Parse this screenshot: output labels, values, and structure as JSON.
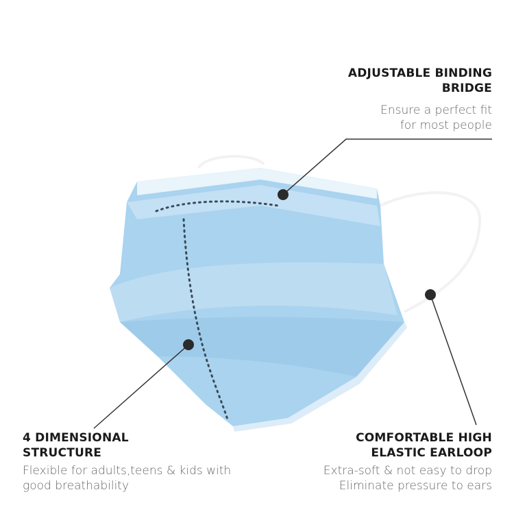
{
  "callouts": {
    "bridge": {
      "title_line1": "ADJUSTABLE BINDING",
      "title_line2": "BRIDGE",
      "desc_line1": "Ensure a perfect fit",
      "desc_line2": "for most people"
    },
    "structure": {
      "title_line1": "4 DIMENSIONAL",
      "title_line2": "STRUCTURE",
      "desc_line1": "Flexible for adults,teens & kids with",
      "desc_line2": "good breathability"
    },
    "earloop": {
      "title_line1": "COMFORTABLE HIGH",
      "title_line2": "ELASTIC EARLOOP",
      "desc_line1": "Extra-soft & not easy to drop",
      "desc_line2": "Eliminate pressure to ears"
    }
  },
  "colors": {
    "mask": "#a9d3ef",
    "mask_dark": "#8cc1e6",
    "line": "#333333"
  }
}
